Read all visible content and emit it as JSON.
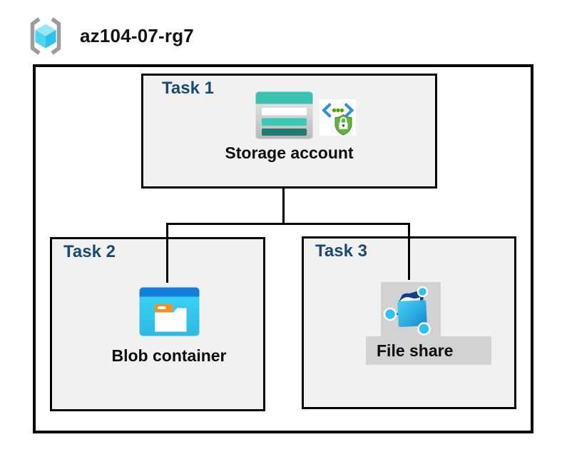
{
  "header": {
    "title": "az104-07-rg7",
    "icon": "resource-group-icon"
  },
  "boxes": {
    "task1": {
      "label": "Task 1",
      "item": "Storage account",
      "icons": [
        "storage-account-icon",
        "sas-secure-access-icon"
      ]
    },
    "task2": {
      "label": "Task 2",
      "item": "Blob container",
      "icons": [
        "blob-container-icon"
      ]
    },
    "task3": {
      "label": "Task 3",
      "item": "File share",
      "icons": [
        "file-share-icon"
      ]
    }
  },
  "colors": {
    "task_label": "#1A4A72",
    "task_box_fill": "#F1F1F1",
    "border": "#000000",
    "storage_teal": "#3AC1B2",
    "storage_teal_dark": "#217A6E",
    "blob_top_blue": "#1280DA",
    "blob_cyan": "#3ED5F6",
    "folder_tab_orange": "#F4901F",
    "fileshare_gray_bg": "#D2D2D2",
    "fileshare_navy": "#0F3F8E",
    "node_cyan": "#2AC2F1",
    "shield_green": "#5FB33F",
    "code_bracket_blue": "#2F90E3",
    "dot_green": "#58A300",
    "cube_cyan_light": "#97E7F8",
    "cube_cyan_mid": "#4ED4F3",
    "cube_cyan_dark": "#2CC2E9",
    "bracket_gray": "#9C9C9C"
  }
}
